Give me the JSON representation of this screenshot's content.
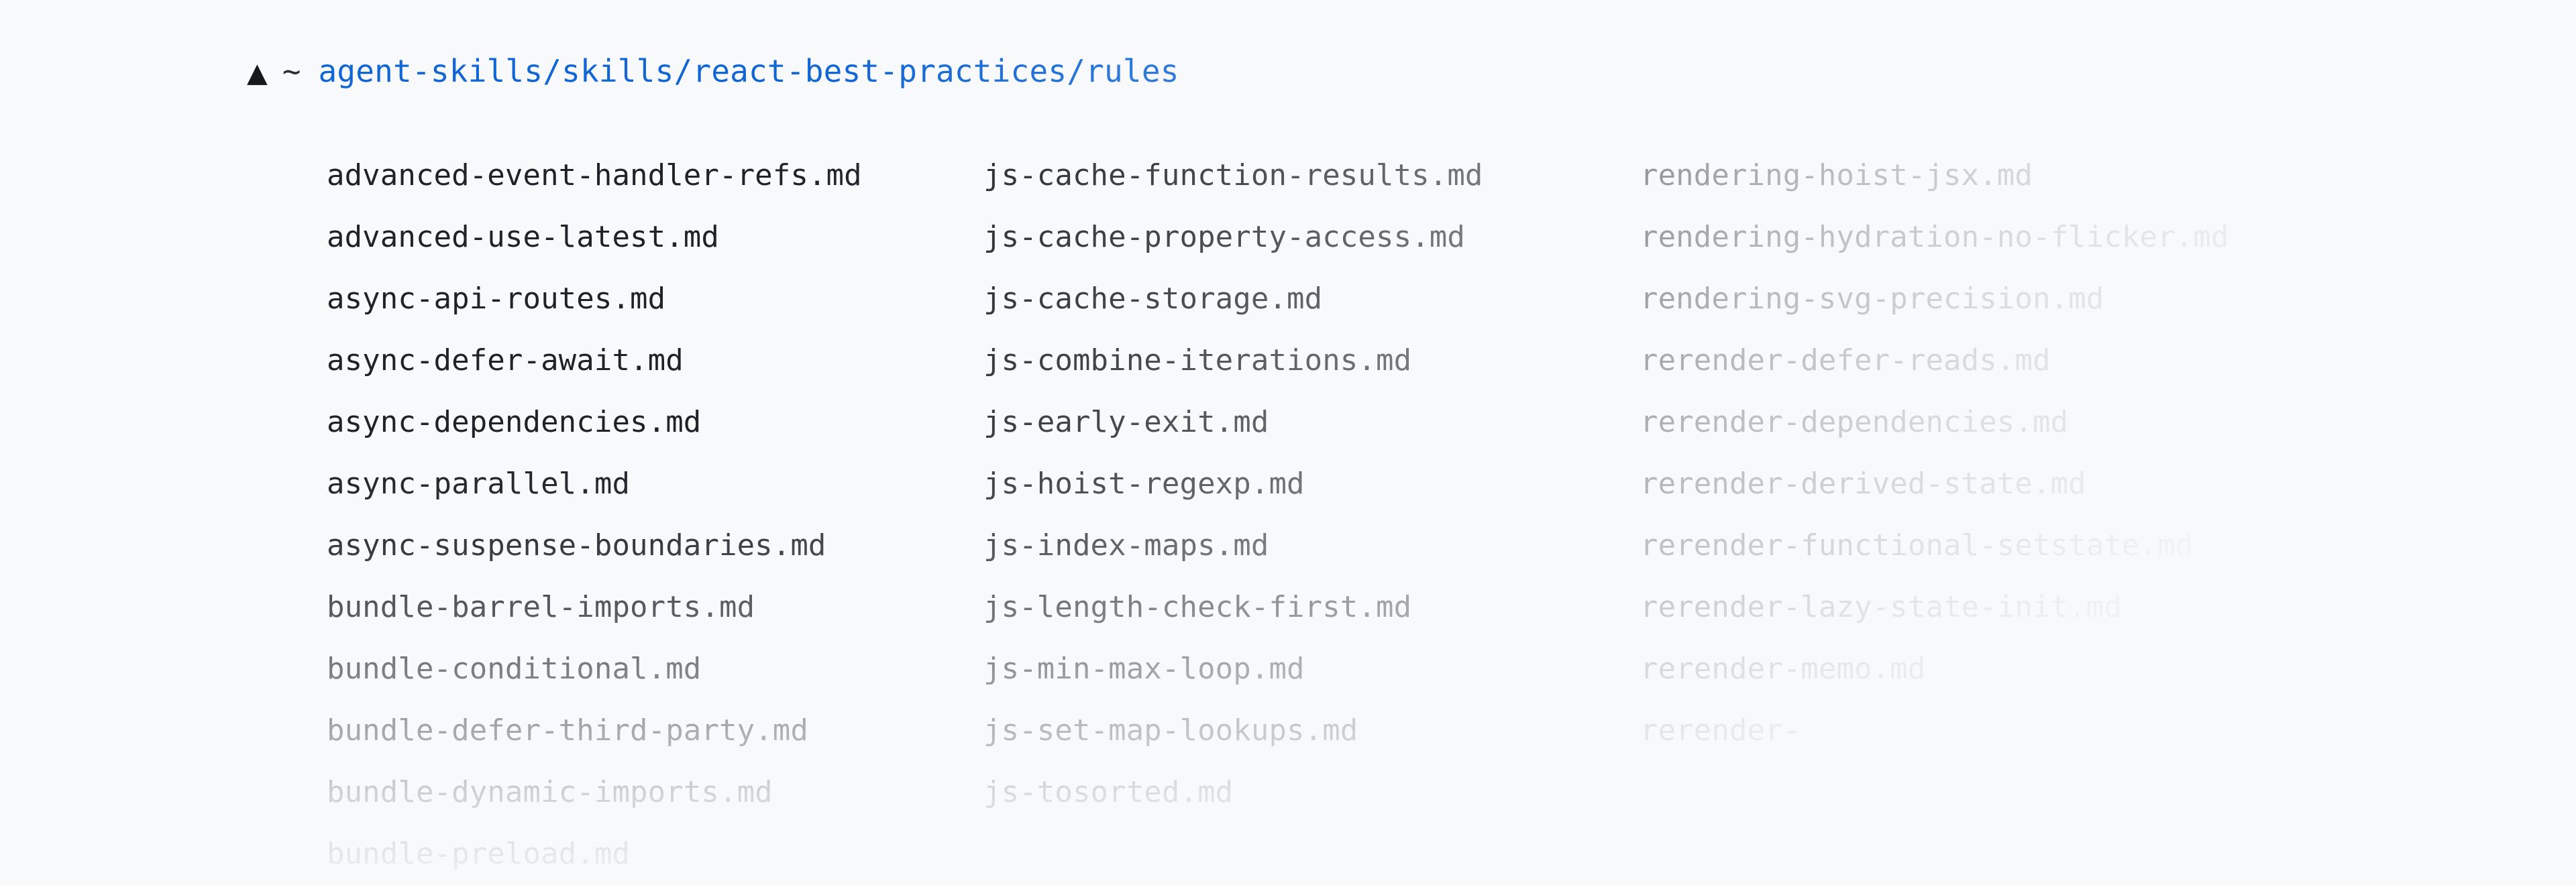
{
  "terminal": {
    "background_color": "#f8f9fa",
    "text_color": "#1f2328",
    "path_color": "#1266d4",
    "prompt": {
      "caret_icon": "triangle-up-icon",
      "caret_glyph": "▲",
      "home_symbol": "~",
      "path": "agent-skills/skills/react-best-practices/rules"
    }
  },
  "listing": {
    "column_count": 3,
    "columns": [
      {
        "index": 0,
        "files": [
          "advanced-event-handler-refs.md",
          "advanced-use-latest.md",
          "async-api-routes.md",
          "async-defer-await.md",
          "async-dependencies.md",
          "async-parallel.md",
          "async-suspense-boundaries.md",
          "bundle-barrel-imports.md",
          "bundle-conditional.md",
          "bundle-defer-third-party.md",
          "bundle-dynamic-imports.md",
          "bundle-preload.md"
        ]
      },
      {
        "index": 1,
        "files": [
          "js-cache-function-results.md",
          "js-cache-property-access.md",
          "js-cache-storage.md",
          "js-combine-iterations.md",
          "js-early-exit.md",
          "js-hoist-regexp.md",
          "js-index-maps.md",
          "js-length-check-first.md",
          "js-min-max-loop.md",
          "js-set-map-lookups.md",
          "js-tosorted.md"
        ]
      },
      {
        "index": 2,
        "files": [
          "rendering-hoist-jsx.md",
          "rendering-hydration-no-flicker.md",
          "rendering-svg-precision.md",
          "rerender-defer-reads.md",
          "rerender-dependencies.md",
          "rerender-derived-state.md",
          "rerender-functional-setstate.md",
          "rerender-lazy-state-init.md",
          "rerender-memo.md",
          "rerender-"
        ]
      }
    ]
  }
}
